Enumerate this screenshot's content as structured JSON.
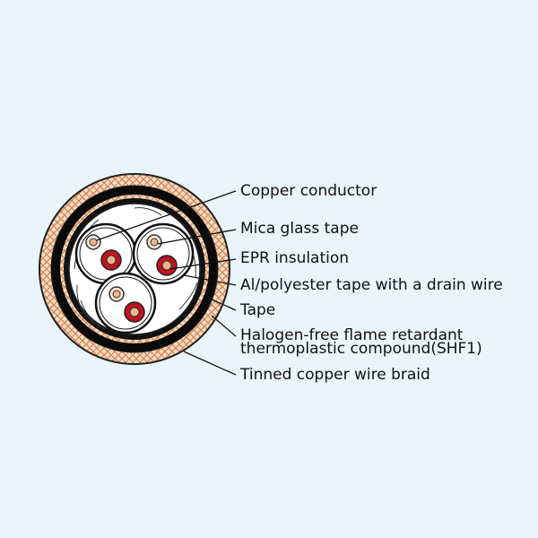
{
  "labels": {
    "copper_conductor": "Copper conductor",
    "mica_glass_tape": "Mica glass tape",
    "epr_insulation": "EPR insulation",
    "al_polyester_tape": "Al/polyester tape with a drain wire",
    "tape": "Tape",
    "sheath_line1": "Halogen-free flame retardant",
    "sheath_line2": "thermoplastic compound(SHF1)",
    "braid": "Tinned copper wire braid"
  },
  "colors": {
    "background": "#eaf4fb",
    "braid_fill": "#f3ddc8",
    "braid_pattern": "#d88550",
    "sheath": "#0a0a0a",
    "conductor_red": "#c0121f",
    "conductor_copper": "#e9b58e"
  }
}
